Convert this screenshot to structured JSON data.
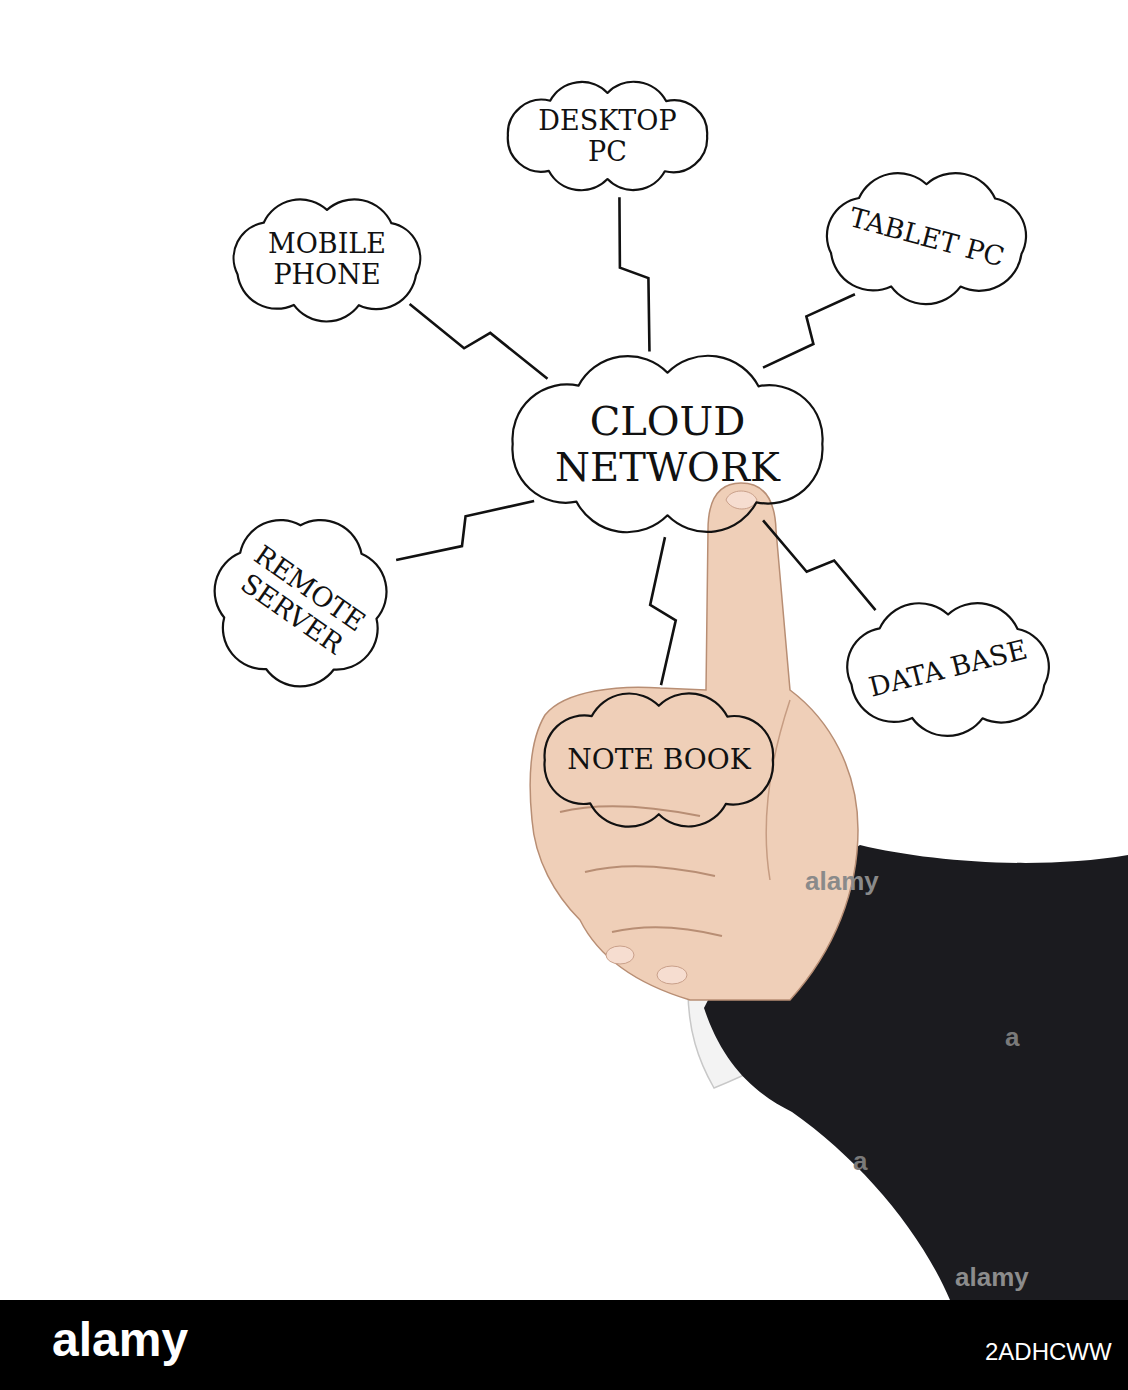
{
  "diagram": {
    "nodes": [
      {
        "text": [
          "DESKTOP PC"
        ]
      },
      {
        "text": [
          "TABLET PC"
        ]
      },
      {
        "text": [
          "MOBILE PHONE"
        ]
      },
      {
        "text": [
          "CLOUD NETWORK"
        ]
      },
      {
        "text": [
          "REMOTE SERVER"
        ]
      },
      {
        "text": [
          "DATA BASE"
        ]
      },
      {
        "text": [
          "NOTE BOOK"
        ]
      }
    ],
    "edges": [
      {
        "from": 3,
        "to": 2,
        "arrow": "none"
      },
      {
        "from": 3,
        "to": 0,
        "arrow": "none"
      },
      {
        "from": 3,
        "to": 1,
        "arrow": "none"
      },
      {
        "from": 3,
        "to": 4,
        "arrow": "none"
      },
      {
        "from": 3,
        "to": 6,
        "arrow": "none"
      },
      {
        "from": 3,
        "to": 5,
        "arrow": "none"
      }
    ],
    "labels": [
      "alamy",
      "a",
      "a",
      "alamy",
      "alamy",
      "2ADHCWW"
    ]
  }
}
